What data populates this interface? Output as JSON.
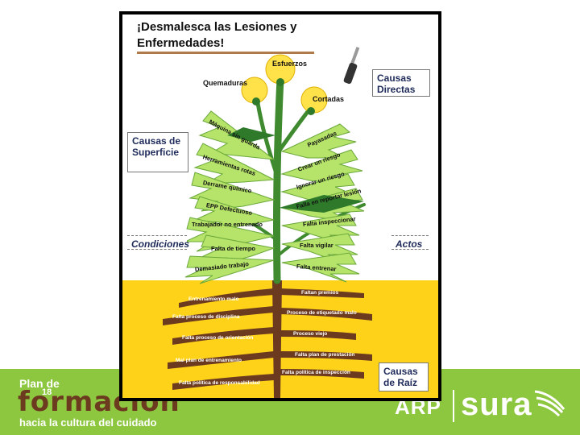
{
  "diagram": {
    "title_line1": "¡Desmalesca las Lesiones y",
    "title_line2": "Enfermedades!",
    "boxes": {
      "causas_directas": "Causas Directas",
      "causas_superficie": "Causas de Superficie",
      "condiciones": "Condiciones",
      "actos": "Actos",
      "causas_raiz": "Causas de Raíz"
    },
    "flowers": [
      "Esfuerzos",
      "Quemaduras",
      "Cortadas"
    ],
    "left_leaves": [
      "Máquina sin guarda",
      "Herramientas rotas",
      "Derrame químico",
      "EPP Defectuoso",
      "Trabajador no entrenado",
      "Falta de tiempo",
      "Demasiado trabajo"
    ],
    "right_leaves": [
      "Payasadas",
      "Crear un riesgo",
      "Ignorar un riesgo",
      "Falla en reportar lesión",
      "Falta inspeccionar",
      "Falta vigilar",
      "Falta entrenar"
    ],
    "left_roots": [
      "Entrenamiento malo",
      "Falta proceso de disciplina",
      "Falta proceso de orientación",
      "Mal plan de entrenamiento",
      "Falta política de responsabilidad"
    ],
    "right_roots": [
      "Faltan premios",
      "Proceso de etiquetado malo",
      "Proceso viejo",
      "Falta plan de prestación",
      "Falta política de inspección"
    ]
  },
  "footer": {
    "plan_de": "Plan de",
    "formacion": "formación",
    "tagline": "hacia la cultura del cuidado",
    "page_number": "18",
    "arp": "ARP",
    "sura": "sura"
  },
  "colors": {
    "footer_green": "#8dc63f",
    "leaf_green": "#b6e36a",
    "stem_green": "#3f8a2f",
    "soil_yellow": "#ffd21a",
    "root_brown": "#6b3a1f",
    "flower_yellow": "#ffe24a"
  }
}
